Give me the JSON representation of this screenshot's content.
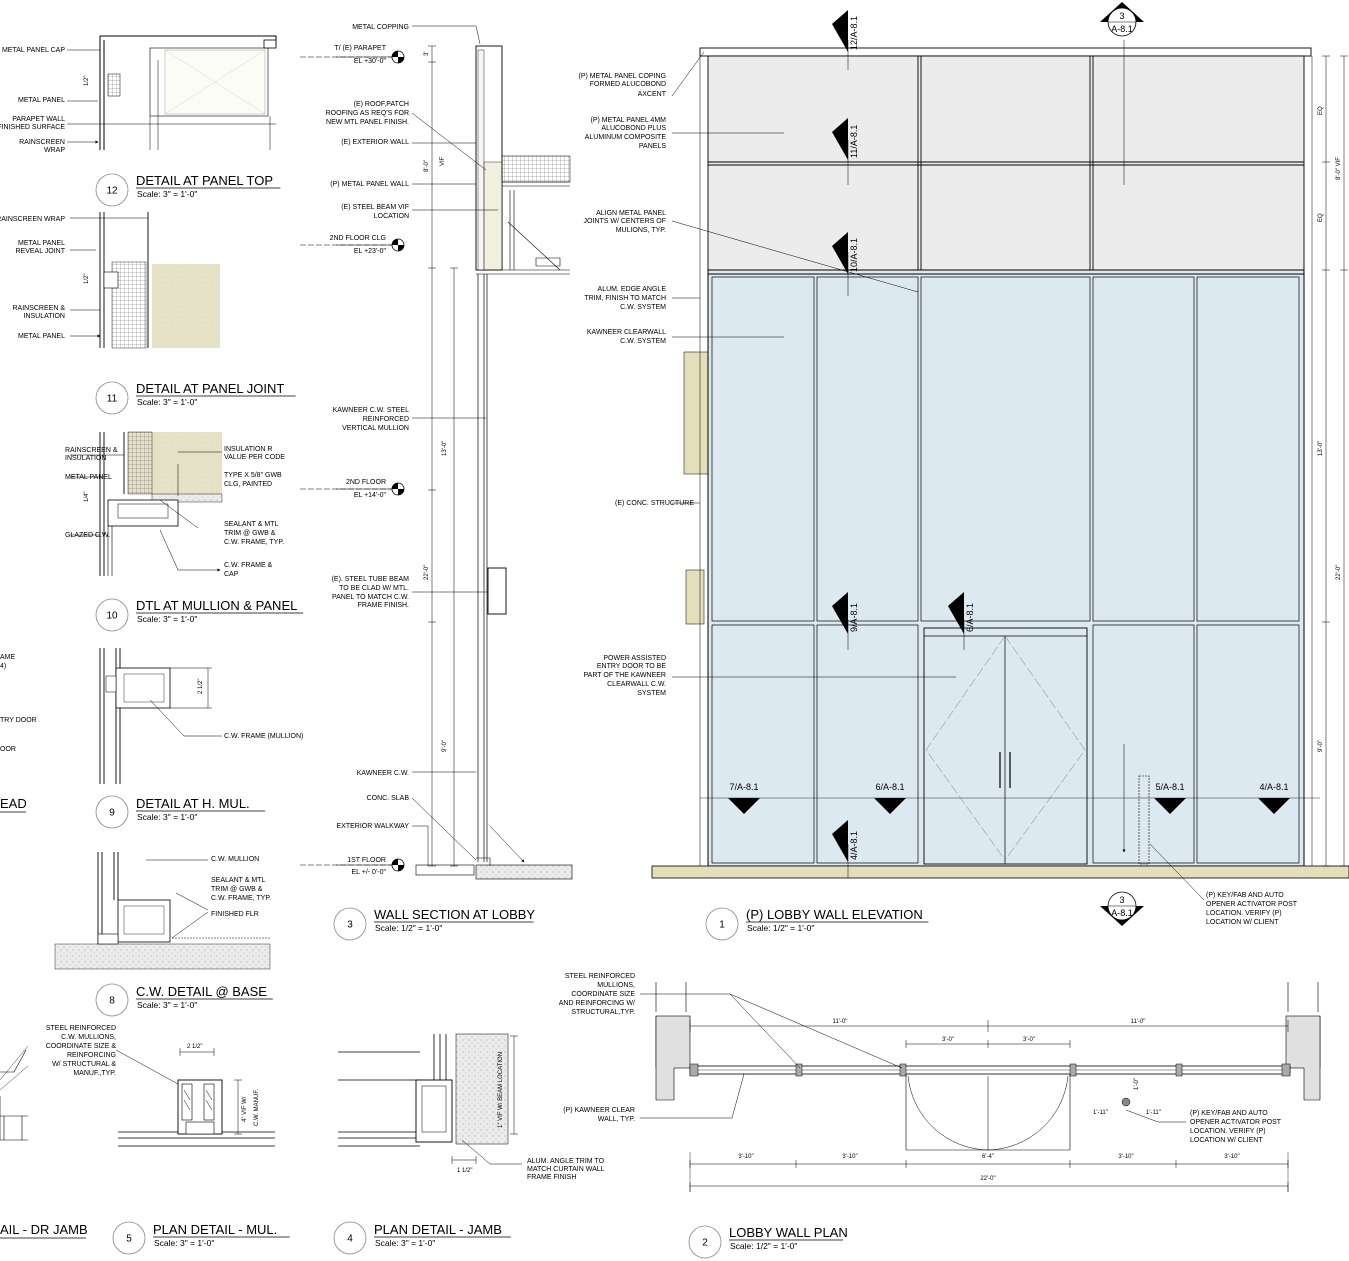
{
  "details": [
    {
      "num": "12",
      "title": "DETAIL AT PANEL TOP",
      "scale": "Scale: 3\" = 1'-0\""
    },
    {
      "num": "11",
      "title": "DETAIL AT PANEL JOINT",
      "scale": "Scale: 3\" = 1'-0\""
    },
    {
      "num": "10",
      "title": "DTL AT MULLION & PANEL",
      "scale": "Scale: 3\" = 1'-0\""
    },
    {
      "num": "9",
      "title": "DETAIL AT H. MUL.",
      "scale": "Scale: 3\" = 1'-0\""
    },
    {
      "num": "8",
      "title": "C.W. DETAIL @ BASE",
      "scale": "Scale: 3\" = 1'-0\""
    },
    {
      "num": "5",
      "title": "PLAN DETAIL - MUL.",
      "scale": "Scale: 3\" = 1'-0\""
    },
    {
      "num": "4",
      "title": "PLAN DETAIL - JAMB",
      "scale": "Scale: 3\" = 1'-0\""
    },
    {
      "num": "3",
      "title": "WALL SECTION AT LOBBY",
      "scale": "Scale: 1/2\" = 1'-0\""
    },
    {
      "num": "1",
      "title": "(P) LOBBY WALL ELEVATION",
      "scale": "Scale: 1/2\" = 1'-0\""
    },
    {
      "num": "2",
      "title": "LOBBY WALL PLAN",
      "scale": "Scale: 1/2\" = 1'-0\""
    }
  ],
  "cut_titles": {
    "head": "EAD",
    "dr_jamb": "AIL - DR JAMB"
  },
  "notes": {
    "d12": [
      "METAL PANEL CAP",
      "METAL PANEL",
      "PARAPET WALL",
      "FINISHED SURFACE",
      "RAINSCREEN",
      "WRAP"
    ],
    "d11": [
      "RAINSCREEN WRAP",
      "METAL PANEL",
      "REVEAL JOINT",
      "RAINSCREEN &",
      "INSULATION",
      "METAL PANEL"
    ],
    "d10": [
      "RAINSCREEN &",
      "INSULATION",
      "METAL PANEL",
      "GLAZED C.W.",
      "INSULATION R",
      "VALUE PER CODE",
      "TYPE X 5/8\" GWB",
      "CLG, PAINTED",
      "SEALANT & MTL",
      "TRIM @ GWB &",
      "C.W. FRAME, TYP.",
      "C.W. FRAME &",
      "CAP"
    ],
    "d9": [
      "C.W. FRAME (MULLION)",
      "AME",
      "4)",
      "TRY DOOR",
      "OOR"
    ],
    "d8": [
      "C.W. MULLION",
      "SEALANT & MTL",
      "TRIM @ GWB &",
      "C.W. FRAME, TYP.",
      "FINISHED FLR"
    ],
    "d5": [
      "STEEL REINFORCED",
      "C.W. MULLIONS,",
      "COORDINATE SIZE &",
      "REINFORCING",
      "W/ STRUCTURAL &",
      "MANUF.,TYP."
    ],
    "d4": [
      "ALUM. ANGLE TRIM TO",
      "MATCH CURTAIN WALL",
      "FRAME FINISH"
    ],
    "s3": [
      "METAL COPPING",
      "T/ (E) PARAPET",
      "EL +30'-0\"",
      "(E) ROOF,PATCH",
      "ROOFING AS REQ'S FOR",
      "NEW MTL PANEL FINISH.",
      "(E) EXTERIOR WALL",
      "(P) METAL PANEL WALL",
      "(E) STEEL BEAM VIF",
      "LOCATION",
      "2ND FLOOR CLG",
      "EL +23'-0\"",
      "KAWNEER C.W. STEEL",
      "REINFORCED",
      "VERTICAL MULLION",
      "2ND FLOOR",
      "EL +14'-0\"",
      "(E). STEEL TUBE BEAM",
      "TO BE CLAD W/ MTL.",
      "PANEL TO MATCH C.W.",
      "FRAME FINISH.",
      "KAWNEER C.W.",
      "CONC. SLAB",
      "EXTERIOR WALKWAY",
      "1ST FLOOR",
      "EL +/- 0'-0\""
    ],
    "e1": [
      "(P) METAL PANEL COPING",
      "FORMED ALUCOBOND",
      "AXCENT",
      "(P) METAL PANEL 4MM",
      "ALUCOBOND PLUS",
      "ALUMINUM COMPOSITE",
      "PANELS",
      "ALIGN METAL PANEL",
      "JOINTS W/ CENTERS OF",
      "MULIONS, TYP.",
      "ALUM. EDGE ANGLE",
      "TRIM, FINISH TO MATCH",
      "C.W. SYSTEM",
      "KAWNEER CLEARWALL",
      "C.W. SYSTEM",
      "(E) CONC. STRUCTURE",
      "POWER ASSISTED",
      "ENTRY DOOR TO BE",
      "PART OF THE KAWNEER",
      "CLEARWALL C.W.",
      "SYSTEM",
      "(P) KEY/FAB AND AUTO",
      "OPENER ACTIVATOR POST",
      "LOCATION. VERIFY (P)",
      "LOCATION W/ CLIENT"
    ],
    "p2": [
      "STEEL REINFORCED",
      "MULLIONS,",
      "COORDINATE SIZE",
      "AND REINFORCING W/",
      "STRUCTURAL,TYP.",
      "(P) KAWNEER CLEAR",
      "WALL, TYP.",
      "(P) KEY/FAB AND AUTO",
      "OPENER ACTIVATOR POST",
      "LOCATION. VERIFY (P)",
      "LOCATION W/ CLIENT"
    ]
  },
  "dims": {
    "d12": "1/2\"",
    "d11": "1/2\"",
    "d10": "1/4\"",
    "d9": "2 1/2\"",
    "d5_top": "2 1/2\"",
    "d5_side": "4\" VIF W/",
    "d5_side2": "C.W. MANUF.",
    "d4_side": "1\" VIF W/ BEAM LOCATION",
    "d4_bot": "1 1/2\"",
    "s3": [
      "3'",
      "8'-0\"",
      "VIF",
      "13'-0\"",
      "22'-0\"",
      "9'-0\""
    ],
    "e1": [
      "EQ",
      "8'-0\" VIF",
      "EQ",
      "13'-0\"",
      "22'-0\"",
      "9'-0\""
    ],
    "p2_top": [
      "11'-0\"",
      "11'-0\"",
      "3'-0\"",
      "3'-0\""
    ],
    "p2_bot": [
      "3'-10\"",
      "3'-10\"",
      "6'-4\"",
      "3'-10\"",
      "3'-10\""
    ],
    "p2_total": "22'-0\"",
    "p2_post": [
      "1'-0\"",
      "1'-11\"",
      "1'-11\""
    ]
  },
  "tags": {
    "section_cuts": [
      "12/A-8.1",
      "11/A-8.1",
      "10/A-8.1",
      "9/A-8.1",
      "6/A-8.1",
      "4/A-8.1"
    ],
    "plan_cuts": [
      "7/A-8.1",
      "6/A-8.1",
      "5/A-8.1",
      "4/A-8.1"
    ],
    "bldg_section_num": "3",
    "bldg_section_sheet": "A-8.1"
  },
  "colors": {
    "panel": "#ececec",
    "glass": "#dde9f1",
    "wood": "#e4dfbb",
    "insul": "#e8e4cc",
    "concrete": "#e8e8e8"
  }
}
